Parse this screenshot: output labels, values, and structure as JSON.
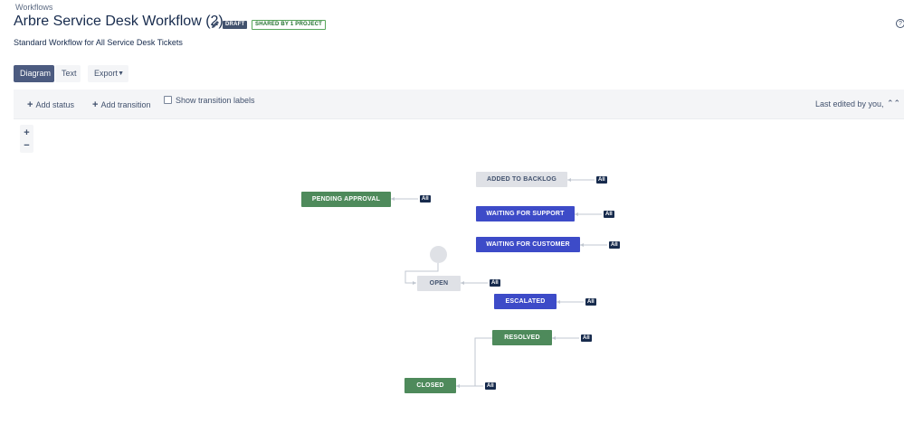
{
  "header": {
    "breadcrumb": "Workflows",
    "title": "Arbre Service Desk Workflow (2)",
    "draft_badge": "DRAFT",
    "shared_badge": "SHARED BY 1 PROJECT",
    "subtitle": "Standard Workflow for All Service Desk Tickets",
    "help_icon": "?"
  },
  "tabs": {
    "diagram": "Diagram",
    "text": "Text",
    "export": "Export"
  },
  "toolbar": {
    "add_status": "Add status",
    "add_transition": "Add transition",
    "show_transition_labels": "Show transition labels",
    "last_edited": "Last edited by you,"
  },
  "zoom": {
    "in": "+",
    "out": "−"
  },
  "statuses": {
    "added_to_backlog": "ADDED TO BACKLOG",
    "pending_approval": "PENDING APPROVAL",
    "waiting_for_support": "WAITING FOR SUPPORT",
    "waiting_for_customer": "WAITING FOR CUSTOMER",
    "open": "OPEN",
    "escalated": "ESCALATED",
    "resolved": "RESOLVED",
    "closed": "CLOSED"
  },
  "all_label": "All",
  "colors": {
    "status_grey": "#dfe1e6",
    "status_blue": "#3d4bc8",
    "status_green": "#4e8a5b",
    "badge_dark": "#172b4d"
  }
}
